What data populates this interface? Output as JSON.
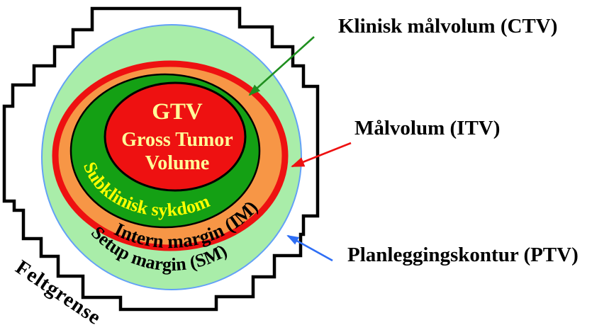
{
  "colors": {
    "field_outline_black": "#000000",
    "ptv_fill_lightgreen": "#a9eda9",
    "ptv_contour_blue": "#63a1f7",
    "itv_ring_red": "#ee1111",
    "im_fill_orange": "#f79646",
    "ctv_fill_green": "#14a014",
    "gtv_fill_red": "#ee1111",
    "gtv_text_yellow": "#ffff99",
    "subclinical_text_yellow": "#ffff00",
    "arrow_green": "#1f8f1f",
    "arrow_red": "#ee1111",
    "arrow_blue": "#2e6ef5",
    "label_black": "#000000"
  },
  "diagram": {
    "gtv": {
      "abbr": "GTV",
      "line1": "Gross Tumor",
      "line2": "Volume"
    },
    "rings": {
      "subclinical": "Subklinisk sykdom",
      "internal_margin": "Intern margin (IM)",
      "setup_margin": "Setup margin (SM)"
    },
    "field_boundary": "Feltgrense"
  },
  "callouts": {
    "ctv": {
      "label": "Klinisk målvolum (CTV)"
    },
    "itv": {
      "label": "Målvolum (ITV)"
    },
    "ptv": {
      "label": "Planleggingskontur (PTV)"
    }
  }
}
